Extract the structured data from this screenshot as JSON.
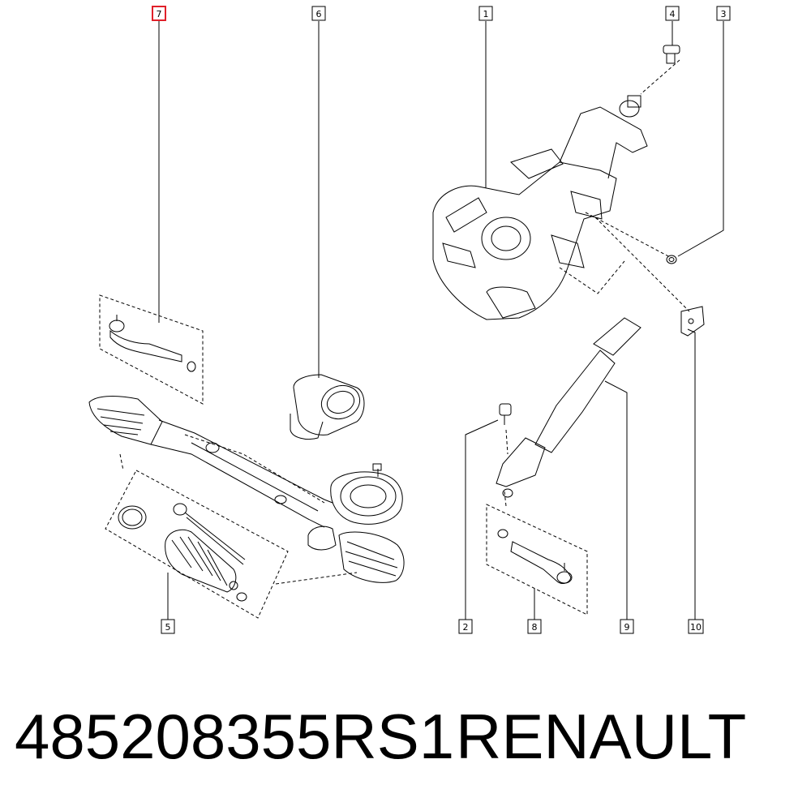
{
  "diagram": {
    "callouts": [
      {
        "label": "7",
        "highlighted": true
      },
      {
        "label": "6",
        "highlighted": false
      },
      {
        "label": "1",
        "highlighted": false
      },
      {
        "label": "4",
        "highlighted": false
      },
      {
        "label": "3",
        "highlighted": false
      },
      {
        "label": "5",
        "highlighted": false
      },
      {
        "label": "2",
        "highlighted": false
      },
      {
        "label": "8",
        "highlighted": false
      },
      {
        "label": "9",
        "highlighted": false
      },
      {
        "label": "10",
        "highlighted": false
      }
    ],
    "highlight_color": "#e0202a"
  },
  "footer": {
    "part_number": "485208355RS1",
    "brand": "RENAULT"
  }
}
